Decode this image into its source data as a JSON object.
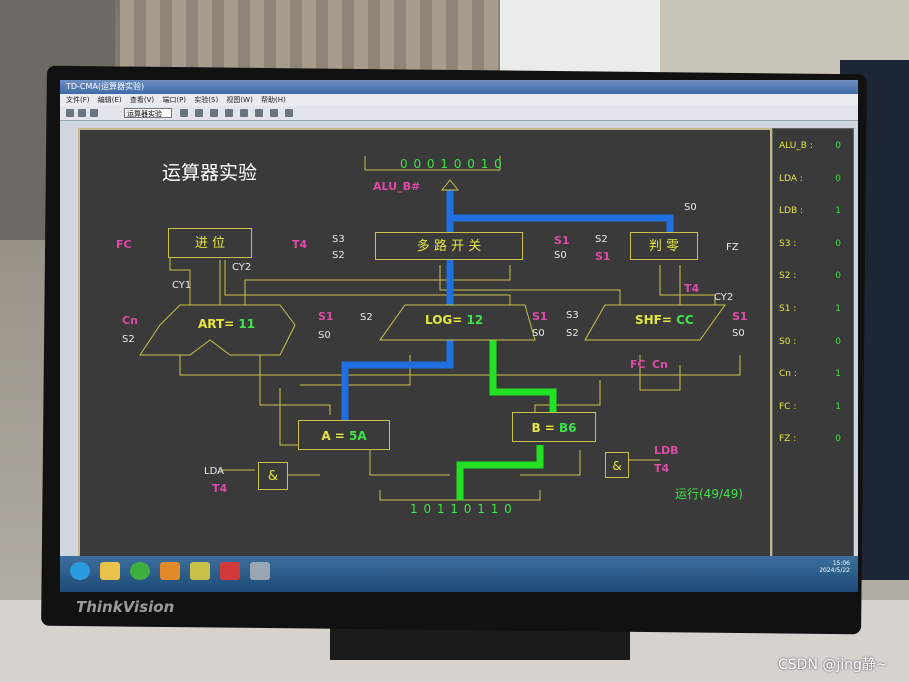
{
  "window": {
    "title": "TD-CMA(运算器实验)",
    "menus": [
      "文件(F)",
      "编辑(E)",
      "查看(V)",
      "端口(P)",
      "实验(S)",
      "视图(W)",
      "帮助(H)"
    ],
    "experiment_select": "运算器实验"
  },
  "diagram": {
    "heading": "运算器实验",
    "top_bus_value": "0 0 0 1 0 0 1 0",
    "bottom_bus_value": "1 0 1 1 0 1 1 0",
    "alu_b_label": "ALU_B#",
    "carry_box": "进 位",
    "mux_box": "多 路 开 关",
    "zero_box": "判 零",
    "art_label": "ART=",
    "art_value": "11",
    "log_label": "LOG=",
    "log_value": "12",
    "shf_label": "SHF=",
    "shf_value": "CC",
    "reg_a_label": "A =",
    "reg_a_value": "5A",
    "reg_b_label": "B =",
    "reg_b_value": "B6",
    "and_symbol": "&",
    "status": "运行(49/49)",
    "signals": {
      "fc": "FC",
      "t4": "T4",
      "cy1": "CY1",
      "cy2": "CY2",
      "cn": "Cn",
      "s0": "S0",
      "s1": "S1",
      "s2": "S2",
      "s3": "S3",
      "fz": "FZ",
      "lda": "LDA",
      "ldb": "LDB"
    }
  },
  "side_panel": [
    {
      "name": "ALU_B :",
      "value": "0"
    },
    {
      "name": "LDA :",
      "value": "0"
    },
    {
      "name": "LDB :",
      "value": "1"
    },
    {
      "name": "S3 :",
      "value": "0"
    },
    {
      "name": "S2 :",
      "value": "0"
    },
    {
      "name": "S1 :",
      "value": "1"
    },
    {
      "name": "S0 :",
      "value": "0"
    },
    {
      "name": "Cn :",
      "value": "1"
    },
    {
      "name": "FC :",
      "value": "1"
    },
    {
      "name": "FZ :",
      "value": "0"
    }
  ],
  "tray": {
    "time": "15:06",
    "date": "2024/5/22"
  },
  "monitor_brand": "ThinkVision",
  "watermark": "CSDN @jing静~",
  "colors": {
    "bus_blue": "#1f6fe0",
    "bus_green": "#22e022",
    "wire": "#c9c24a",
    "signal_pink": "#e04aa8"
  }
}
